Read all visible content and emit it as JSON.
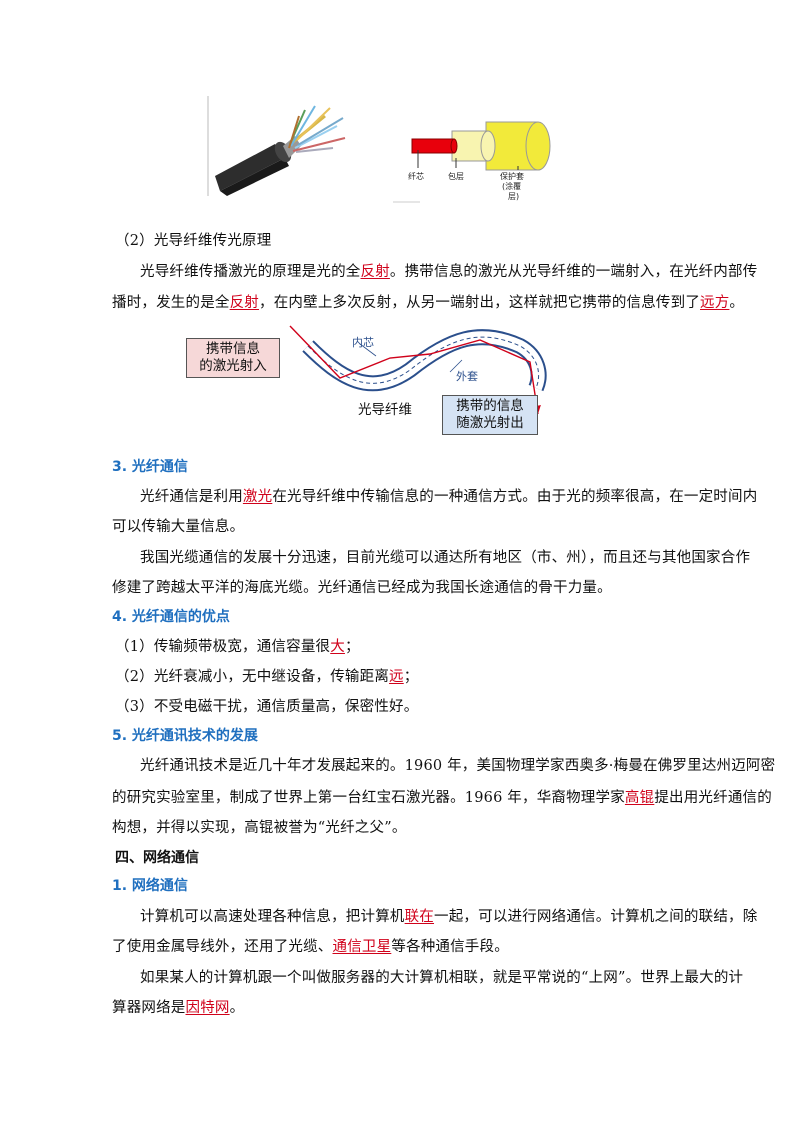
{
  "images": {
    "fiber_layers": {
      "core": "纤芯",
      "cladding": "包层",
      "jacket_1": "保护套",
      "jacket_2": "(涂覆",
      "jacket_3": "层)"
    }
  },
  "section2": {
    "heading": "（2）光导纤维传光原理",
    "para_line1": [
      "光导纤维传播激光的原理是光的全",
      "反射",
      "。携带信息的激光从光导纤维的一端射入，在光纤内部传"
    ],
    "para_line2": [
      "播时，发生的是全",
      "反射",
      "，在内壁上多次反射，从另一端射出，这样就把它携带的信息传到了",
      "远方",
      "。"
    ]
  },
  "diagram": {
    "box_in_1": "携带信息",
    "box_in_2": "的激光射入",
    "inner_label": "内芯",
    "outer_label": "外套",
    "fiber_label": "光导纤维",
    "box_out_1": "携带的信息",
    "box_out_2": "随激光射出"
  },
  "section3": {
    "heading": "3. 光纤通信",
    "p1_line1": [
      "光纤通信是利用",
      "激光",
      "在光导纤维中传输信息的一种通信方式。由于光的频率很高，在一定时间内"
    ],
    "p1_line2": "可以传输大量信息。",
    "p2_line1": "我国光缆通信的发展十分迅速，目前光缆可以通达所有地区（市、州），而且还与其他国家合作",
    "p2_line2": "修建了跨越太平洋的海底光缆。光纤通信已经成为我国长途通信的骨干力量。"
  },
  "section4": {
    "heading": "4. 光纤通信的优点",
    "item1": [
      "（1）传输频带极宽，通信容量很",
      "大",
      "；"
    ],
    "item2": [
      "（2）光纤衰减小，无中继设备，传输距离",
      "远",
      "；"
    ],
    "item3": "（3）不受电磁干扰，通信质量高，保密性好。"
  },
  "section5": {
    "heading": "5. 光纤通讯技术的发展",
    "line1": "光纤通讯技术是近几十年才发展起来的。1960 年，美国物理学家西奥多·梅曼在佛罗里达州迈阿密",
    "line2": "的研究实验室里，制成了世界上第一台红宝石激光器。1966 年，华裔物理学家",
    "line2_u": "高锟",
    "line2_end": "提出用光纤通信的",
    "line3": "构想，并得以实现，高锟被誉为“光纤之父”。"
  },
  "part4": {
    "heading": "四、网络通信",
    "sub_heading": "1. 网络通信",
    "p1_line1": [
      "计算机可以高速处理各种信息，把计算机",
      "联在",
      "一起，可以进行网络通信。计算机之间的联结，除"
    ],
    "p1_line2": [
      "了使用金属导线外，还用了光缆、",
      "通信卫星",
      "等各种通信手段。"
    ],
    "p2_line1": "如果某人的计算机跟一个叫做服务器的大计算机相联，就是平常说的“上网”。世界上最大的计",
    "p2_line2": [
      "算器网络是",
      "因特网",
      "。"
    ]
  },
  "colors": {
    "heading_blue": "#1f6fbf",
    "answer_red": "#d0021b",
    "box_in_fill": "#f6d8d8",
    "box_out_fill": "#d5e3f4"
  }
}
